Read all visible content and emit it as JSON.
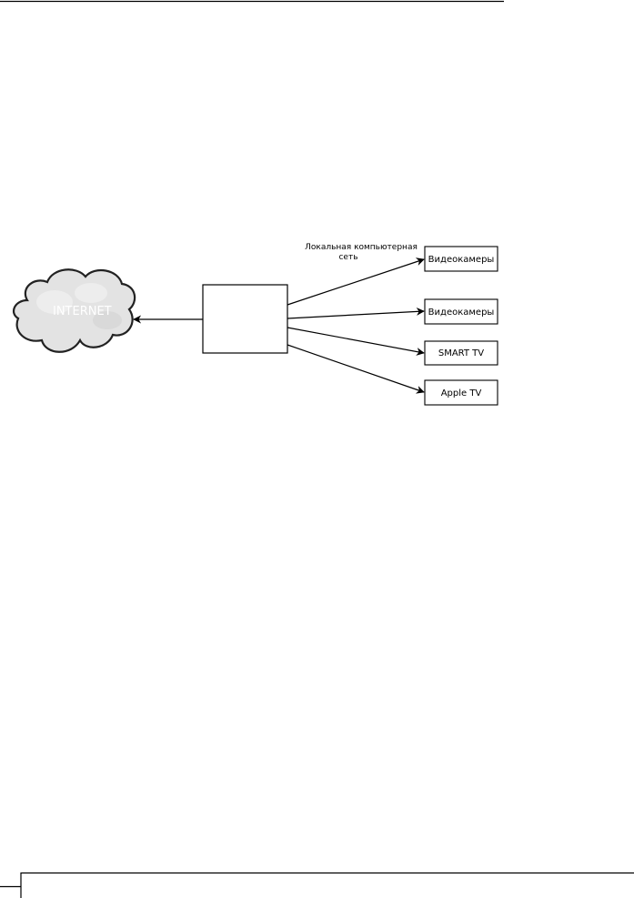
{
  "diagram": {
    "cloud_label": "INTERNET",
    "network_label_line1": "Локальная компьютерная",
    "network_label_line2": "сеть",
    "devices": [
      {
        "label": "Видеокамеры"
      },
      {
        "label": "Видеокамеры"
      },
      {
        "label": "SMART TV"
      },
      {
        "label": "Apple TV"
      }
    ]
  },
  "colors": {
    "cloud_fill": "#e3e3e3",
    "cloud_stroke": "#222222",
    "line": "#000000",
    "background": "#ffffff"
  }
}
